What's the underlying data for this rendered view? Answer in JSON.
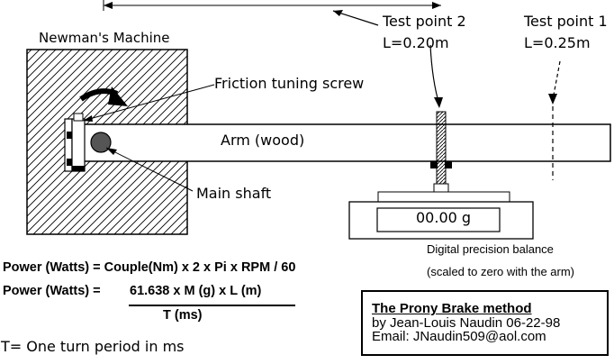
{
  "colors": {
    "ink": "#000000",
    "background": "#ffffff"
  },
  "labels": {
    "machine_title": "Newman's Machine",
    "friction_screw": "Friction tuning screw",
    "arm": "Arm (wood)",
    "main_shaft": "Main shaft",
    "test_point_2_title": "Test point 2",
    "test_point_2_length": "L=0.20m",
    "test_point_1_title": "Test point 1",
    "test_point_1_length": "L=0.25m",
    "balance_display": "00.00 g",
    "balance_caption": "Digital precision balance",
    "balance_note": "(scaled to zero with the arm)"
  },
  "formulas": {
    "line1": "Power (Watts) = Couple(Nm) x 2 x Pi x RPM / 60",
    "line2_prefix": "Power (Watts) = ",
    "line2_numerator": "61.638 x M (g) x L (m)",
    "line2_denominator": "T (ms)",
    "definition": "T= One turn period in ms"
  },
  "credit": {
    "title": "The Prony Brake method",
    "author": "by Jean-Louis Naudin 06-22-98",
    "email": "Email: JNaudin509@aol.com"
  }
}
